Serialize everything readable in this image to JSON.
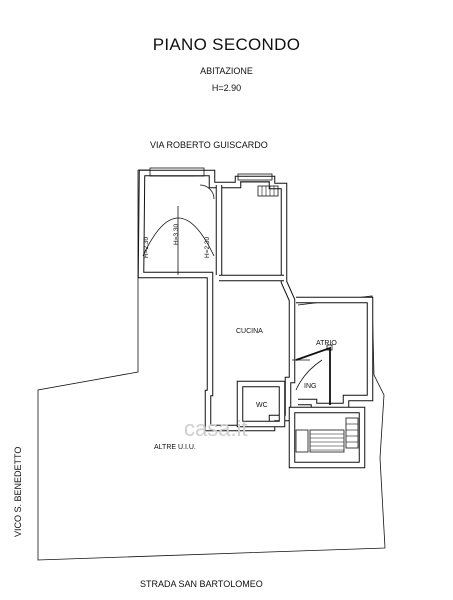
{
  "header": {
    "title": "PIANO SECONDO",
    "subtitle": "ABITAZIONE",
    "height": "H=2.90"
  },
  "streets": {
    "top": "VIA ROBERTO GUISCARDO",
    "bottom": "STRADA SAN BARTOLOMEO",
    "left": "VICO S. BENEDETTO"
  },
  "rooms": {
    "cucina": "CUCINA",
    "atrio": "ATRIO",
    "ing": "ING",
    "wc": "WC",
    "altre": "ALTRE U.I.U."
  },
  "vault_heights": {
    "left": "H=2.30",
    "center": "H=3.30",
    "right": "H=2.30"
  },
  "watermark": "casa.it"
}
